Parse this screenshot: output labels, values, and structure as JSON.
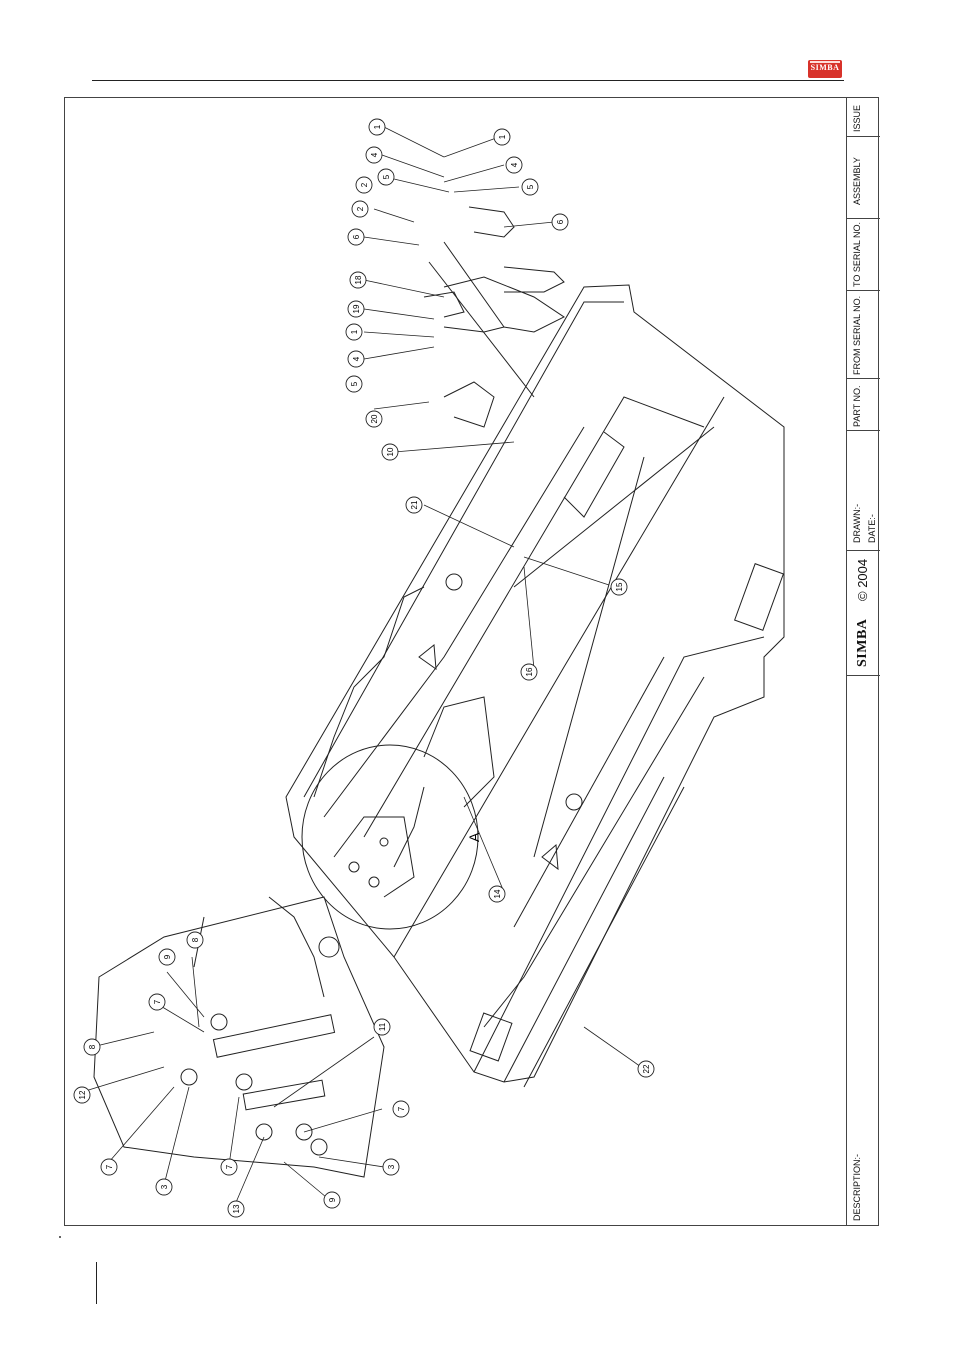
{
  "header": {
    "logo_text": "SIMBA"
  },
  "title_block": {
    "issue": "ISSUE",
    "assembly": "ASSEMBLY",
    "to_serial": "TO SERIAL NO.",
    "from_serial": "FROM SERIAL NO.",
    "part_no": "PART NO.",
    "drawn": "DRAWN:-",
    "date": "DATE:-",
    "brand": "SIMBA",
    "copyright": "© 2004",
    "description": "DESCRIPTION:-"
  },
  "detail_label": "A",
  "callouts": [
    {
      "n": "1"
    },
    {
      "n": "1"
    },
    {
      "n": "4"
    },
    {
      "n": "4"
    },
    {
      "n": "5"
    },
    {
      "n": "5"
    },
    {
      "n": "2"
    },
    {
      "n": "2"
    },
    {
      "n": "6"
    },
    {
      "n": "6"
    },
    {
      "n": "18"
    },
    {
      "n": "19"
    },
    {
      "n": "1"
    },
    {
      "n": "4"
    },
    {
      "n": "5"
    },
    {
      "n": "20"
    },
    {
      "n": "10"
    },
    {
      "n": "21"
    },
    {
      "n": "15"
    },
    {
      "n": "16"
    },
    {
      "n": "14"
    },
    {
      "n": "8"
    },
    {
      "n": "9"
    },
    {
      "n": "7"
    },
    {
      "n": "8"
    },
    {
      "n": "12"
    },
    {
      "n": "11"
    },
    {
      "n": "7"
    },
    {
      "n": "7"
    },
    {
      "n": "3"
    },
    {
      "n": "7"
    },
    {
      "n": "13"
    },
    {
      "n": "9"
    },
    {
      "n": "3"
    },
    {
      "n": "22"
    }
  ]
}
